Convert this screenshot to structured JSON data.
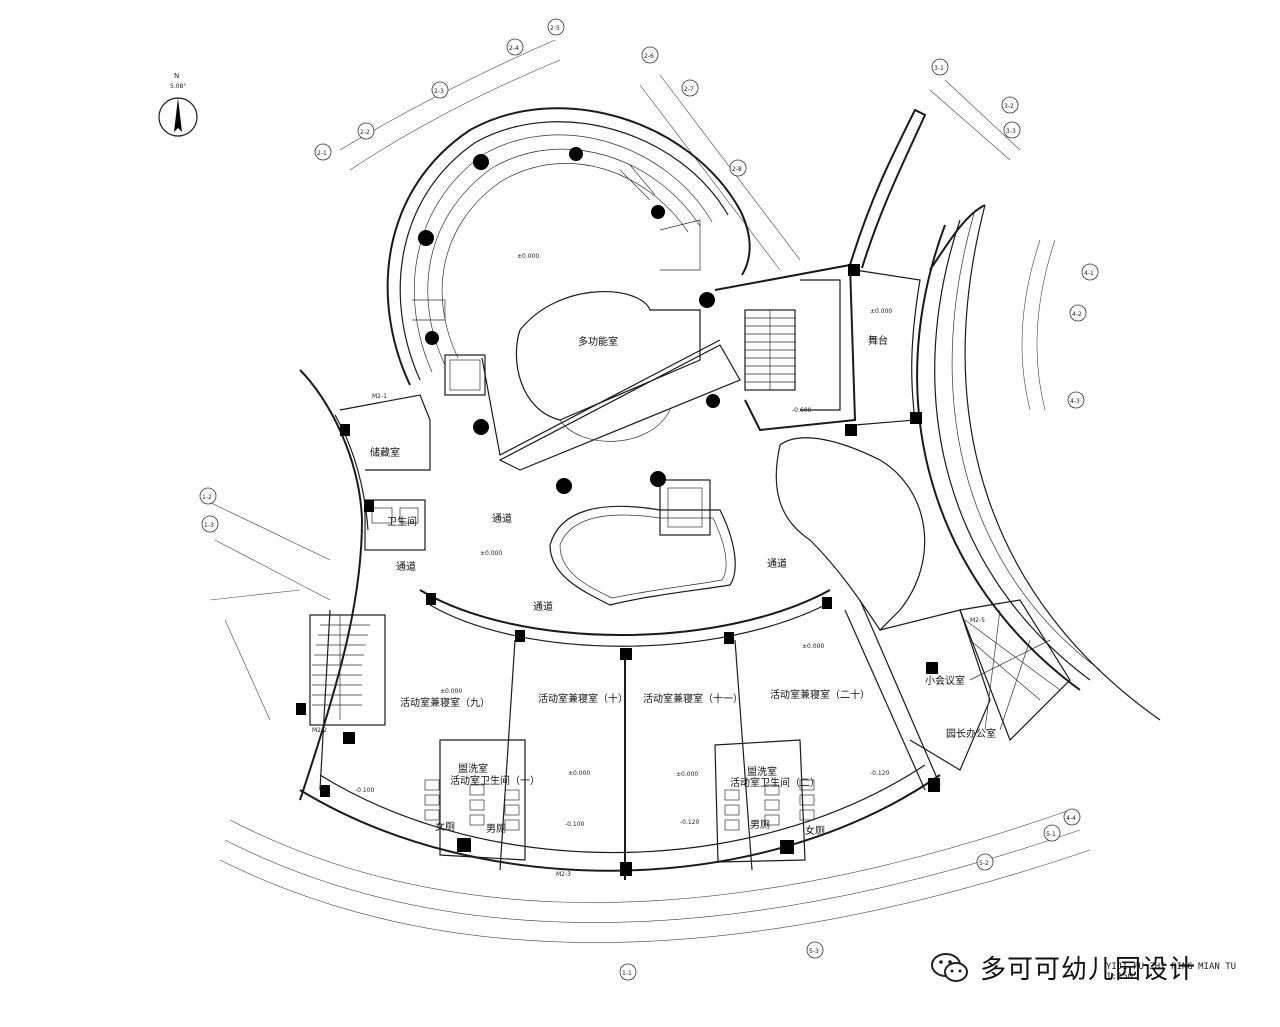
{
  "compass": {
    "north_label": "N",
    "note": "5.08°"
  },
  "rooms": {
    "multi_function": "多功能室",
    "storage": "储藏室",
    "toilet": "卫生间",
    "corridor_1": "通道",
    "corridor_2": "通道",
    "corridor_3": "通道",
    "corridor_4": "通道",
    "stage": "舞台",
    "activity_9": "活动室兼寝室（九）",
    "activity_10": "活动室兼寝室（十）",
    "activity_11": "活动室兼寝室（十一）",
    "activity_20": "活动室兼寝室（二十）",
    "wash_1": "盥洗室",
    "wash_1_toilet": "活动室卫生间（一）",
    "wash_2": "盥洗室",
    "wash_2_toilet": "活动室卫生间（二）",
    "female_1": "女厕",
    "male_1": "男厕",
    "male_2": "男厕",
    "female_2": "女厕",
    "meeting": "小会议室",
    "director": "园长办公室"
  },
  "levels": {
    "l_stage": "±0.000",
    "l_multi": "±0.000",
    "l_corr": "±0.000",
    "l_stairs": "-0.600",
    "l_a9": "±0.000",
    "l_a10": "±0.000",
    "l_a11": "±0.000",
    "l_a20": "±0.000",
    "l_w1": "-0.100",
    "l_w2": "-0.100",
    "l_w3": "-0.120",
    "l_w4": "-0.120"
  },
  "axis_tags": [
    "2-1",
    "2-2",
    "2-3",
    "2-4",
    "2-5",
    "2-6",
    "2-7",
    "2-8",
    "3-1",
    "3-2",
    "3-3",
    "4-1",
    "4-2",
    "4-3",
    "4-4",
    "5-1",
    "5-2",
    "5-3",
    "1-1",
    "1-2",
    "1-3"
  ],
  "door_tags": {
    "d1": "M2-1",
    "d2": "M2-2",
    "d3": "M2-3",
    "d4": "M2-5"
  },
  "title_block": {
    "line1": "YIJI FU ZHI PING MIAN TU",
    "line2": "1:150"
  },
  "watermark": {
    "text": "多可可幼儿园设计"
  },
  "colors": {
    "line": "#1a1a1a",
    "column": "#000000",
    "background": "#ffffff"
  }
}
